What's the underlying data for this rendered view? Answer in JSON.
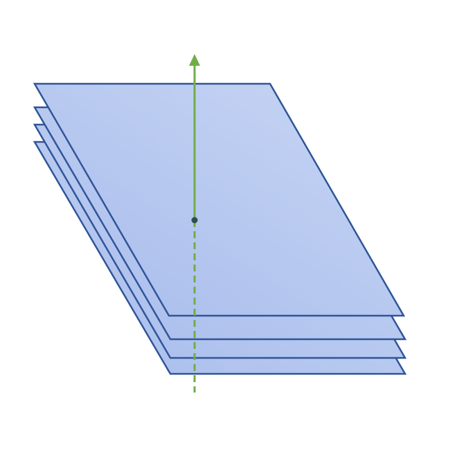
{
  "diagram": {
    "description_visible_text": "",
    "layers": [
      {
        "role": "bottom-layer"
      },
      {
        "role": "third-layer"
      },
      {
        "role": "second-layer"
      },
      {
        "role": "top-layer"
      }
    ],
    "colors": {
      "plane_fill_light": "#c8d6f4",
      "plane_fill_dark": "#a8bcec",
      "plane_stroke": "#2f5597",
      "normal_vector": "#70ad47",
      "pivot_point": "#2f4f4f",
      "background": "#ffffff"
    },
    "elements": {
      "normal_vector_arrow": "up-arrow-icon",
      "hidden_axis": "dashed-line",
      "pivot": "dot"
    }
  }
}
